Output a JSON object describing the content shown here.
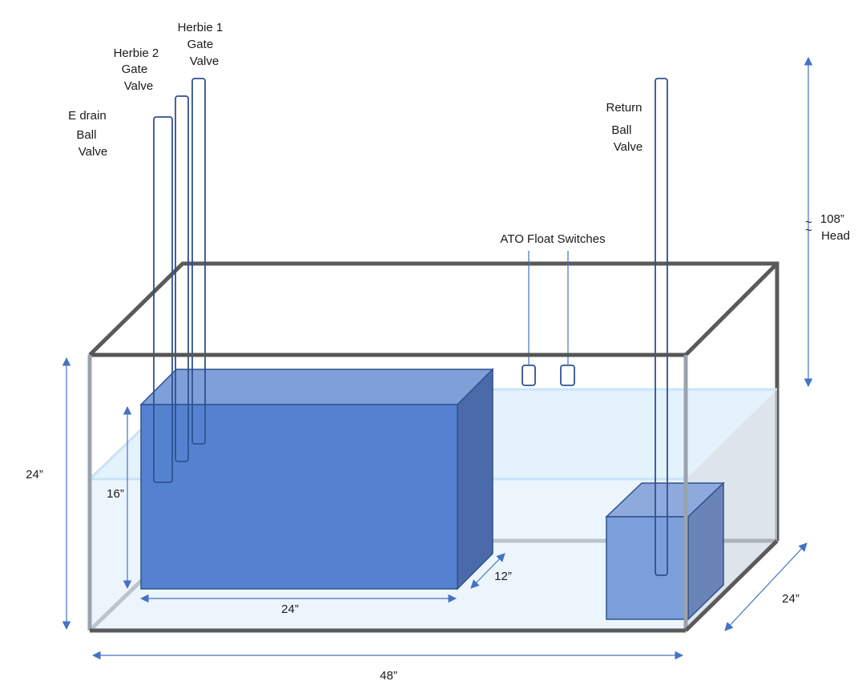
{
  "labels": {
    "herbie1": [
      "Herbie 1",
      "Gate",
      "Valve"
    ],
    "herbie2": [
      "Herbie 2",
      "Gate",
      "Valve"
    ],
    "edrain": [
      "E drain",
      "Ball",
      "Valve"
    ],
    "return_title": "Return",
    "return_valve": [
      "Ball",
      "Valve"
    ],
    "ato": "ATO Float Switches",
    "head": [
      "108”",
      "Head"
    ],
    "approx": "~"
  },
  "dimensions": {
    "tank_height": "24”",
    "tank_width": "48”",
    "tank_depth": "24”",
    "overflow_height": "16”",
    "overflow_width": "24”",
    "overflow_depth": "12”"
  }
}
